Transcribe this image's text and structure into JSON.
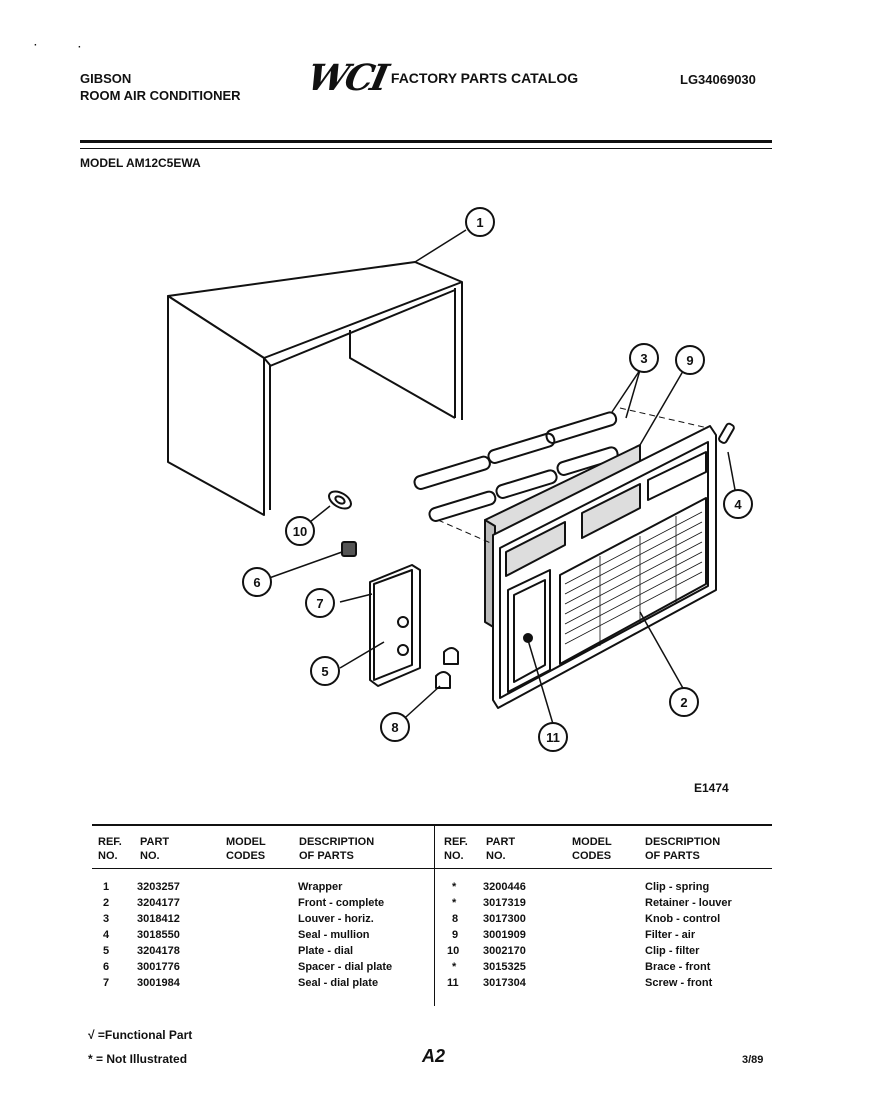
{
  "header": {
    "brand_line1": "GIBSON",
    "brand_line2": "ROOM AIR CONDITIONER",
    "logo_text": "WCI",
    "catalog_title": "FACTORY PARTS CATALOG",
    "catalog_number": "LG34069030",
    "model_label": "MODEL AM12C5EWA"
  },
  "diagram": {
    "code": "E1474",
    "callouts": [
      "1",
      "3",
      "9",
      "4",
      "10",
      "6",
      "7",
      "5",
      "8",
      "11",
      "2"
    ]
  },
  "table": {
    "headers": {
      "ref": "REF.",
      "ref2": "NO.",
      "part": "PART",
      "part2": "NO.",
      "model": "MODEL",
      "model2": "CODES",
      "desc": "DESCRIPTION",
      "desc2": "OF PARTS"
    },
    "left_rows": [
      {
        "ref": "1",
        "part": "3203257",
        "desc": "Wrapper"
      },
      {
        "ref": "2",
        "part": "3204177",
        "desc": "Front - complete"
      },
      {
        "ref": "3",
        "part": "3018412",
        "desc": "Louver - horiz."
      },
      {
        "ref": "4",
        "part": "3018550",
        "desc": "Seal - mullion"
      },
      {
        "ref": "5",
        "part": "3204178",
        "desc": "Plate - dial"
      },
      {
        "ref": "6",
        "part": "3001776",
        "desc": "Spacer - dial plate"
      },
      {
        "ref": "7",
        "part": "3001984",
        "desc": "Seal - dial plate"
      }
    ],
    "right_rows": [
      {
        "ref": "*",
        "part": "3200446",
        "desc": "Clip - spring"
      },
      {
        "ref": "*",
        "part": "3017319",
        "desc": "Retainer - louver"
      },
      {
        "ref": "8",
        "part": "3017300",
        "desc": "Knob - control"
      },
      {
        "ref": "9",
        "part": "3001909",
        "desc": "Filter - air"
      },
      {
        "ref": "10",
        "part": "3002170",
        "desc": "Clip - filter"
      },
      {
        "ref": "*",
        "part": "3015325",
        "desc": "Brace - front"
      },
      {
        "ref": "11",
        "part": "3017304",
        "desc": "Screw - front"
      }
    ]
  },
  "footer": {
    "functional_note": "√ =Functional Part",
    "not_illustrated_note": "* = Not Illustrated",
    "page_number": "A2",
    "date_code": "3/89"
  }
}
